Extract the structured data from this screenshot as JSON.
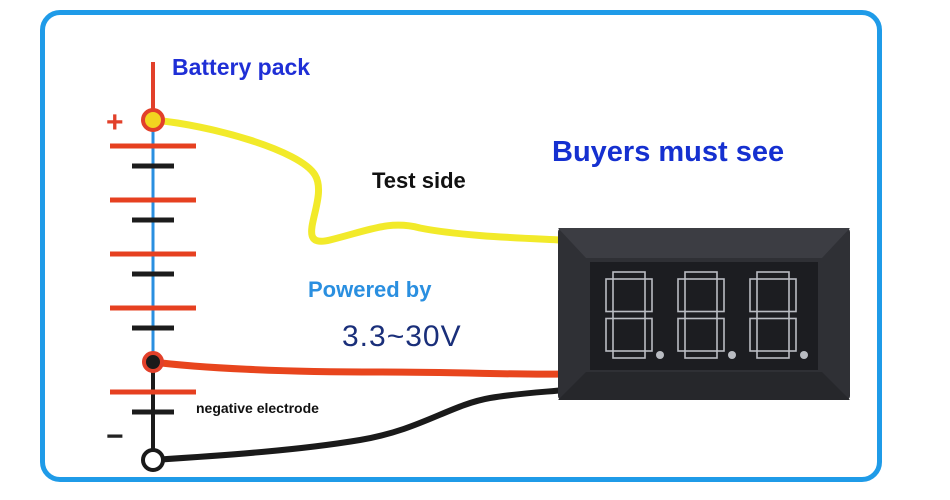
{
  "labels": {
    "battery_pack": "Battery pack",
    "buyers_must_see": "Buyers must see",
    "test_side": "Test side",
    "powered_by": "Powered by",
    "voltage_range": "3.3~30V",
    "negative_electrode": "negative electrode",
    "plus_sign": "+",
    "minus_sign": "−"
  },
  "display": {
    "digits": [
      "8.",
      "8.",
      "8."
    ]
  },
  "colors": {
    "frame_border": "#1f9be8",
    "positive_terminal": "#e2402a",
    "battery_plate_positive": "#e64020",
    "battery_plate_negative": "#1c1c1c",
    "test_wire": "#f2ea2a",
    "power_wire": "#e8451d",
    "ground_wire": "#1a1a1a",
    "meter_body": "#2f3035",
    "segment_off": "#b9bcc2"
  }
}
